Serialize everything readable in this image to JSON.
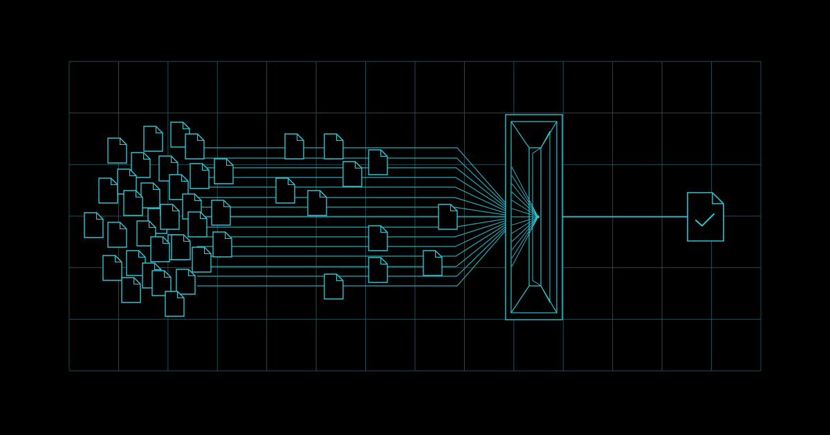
{
  "diagram": {
    "background_color": "#000000",
    "grid_color": "#1f4f56",
    "accent_color": "#2fc6d4",
    "accent_dim_color": "#29a9b7",
    "grid": {
      "columns": 14,
      "rows": 6
    },
    "sources": {
      "icon": "document-icon",
      "count": 57,
      "description_visible_text": ""
    },
    "filter": {
      "icon": "funnel-filter-icon"
    },
    "output": {
      "icon": "document-check-icon"
    }
  }
}
